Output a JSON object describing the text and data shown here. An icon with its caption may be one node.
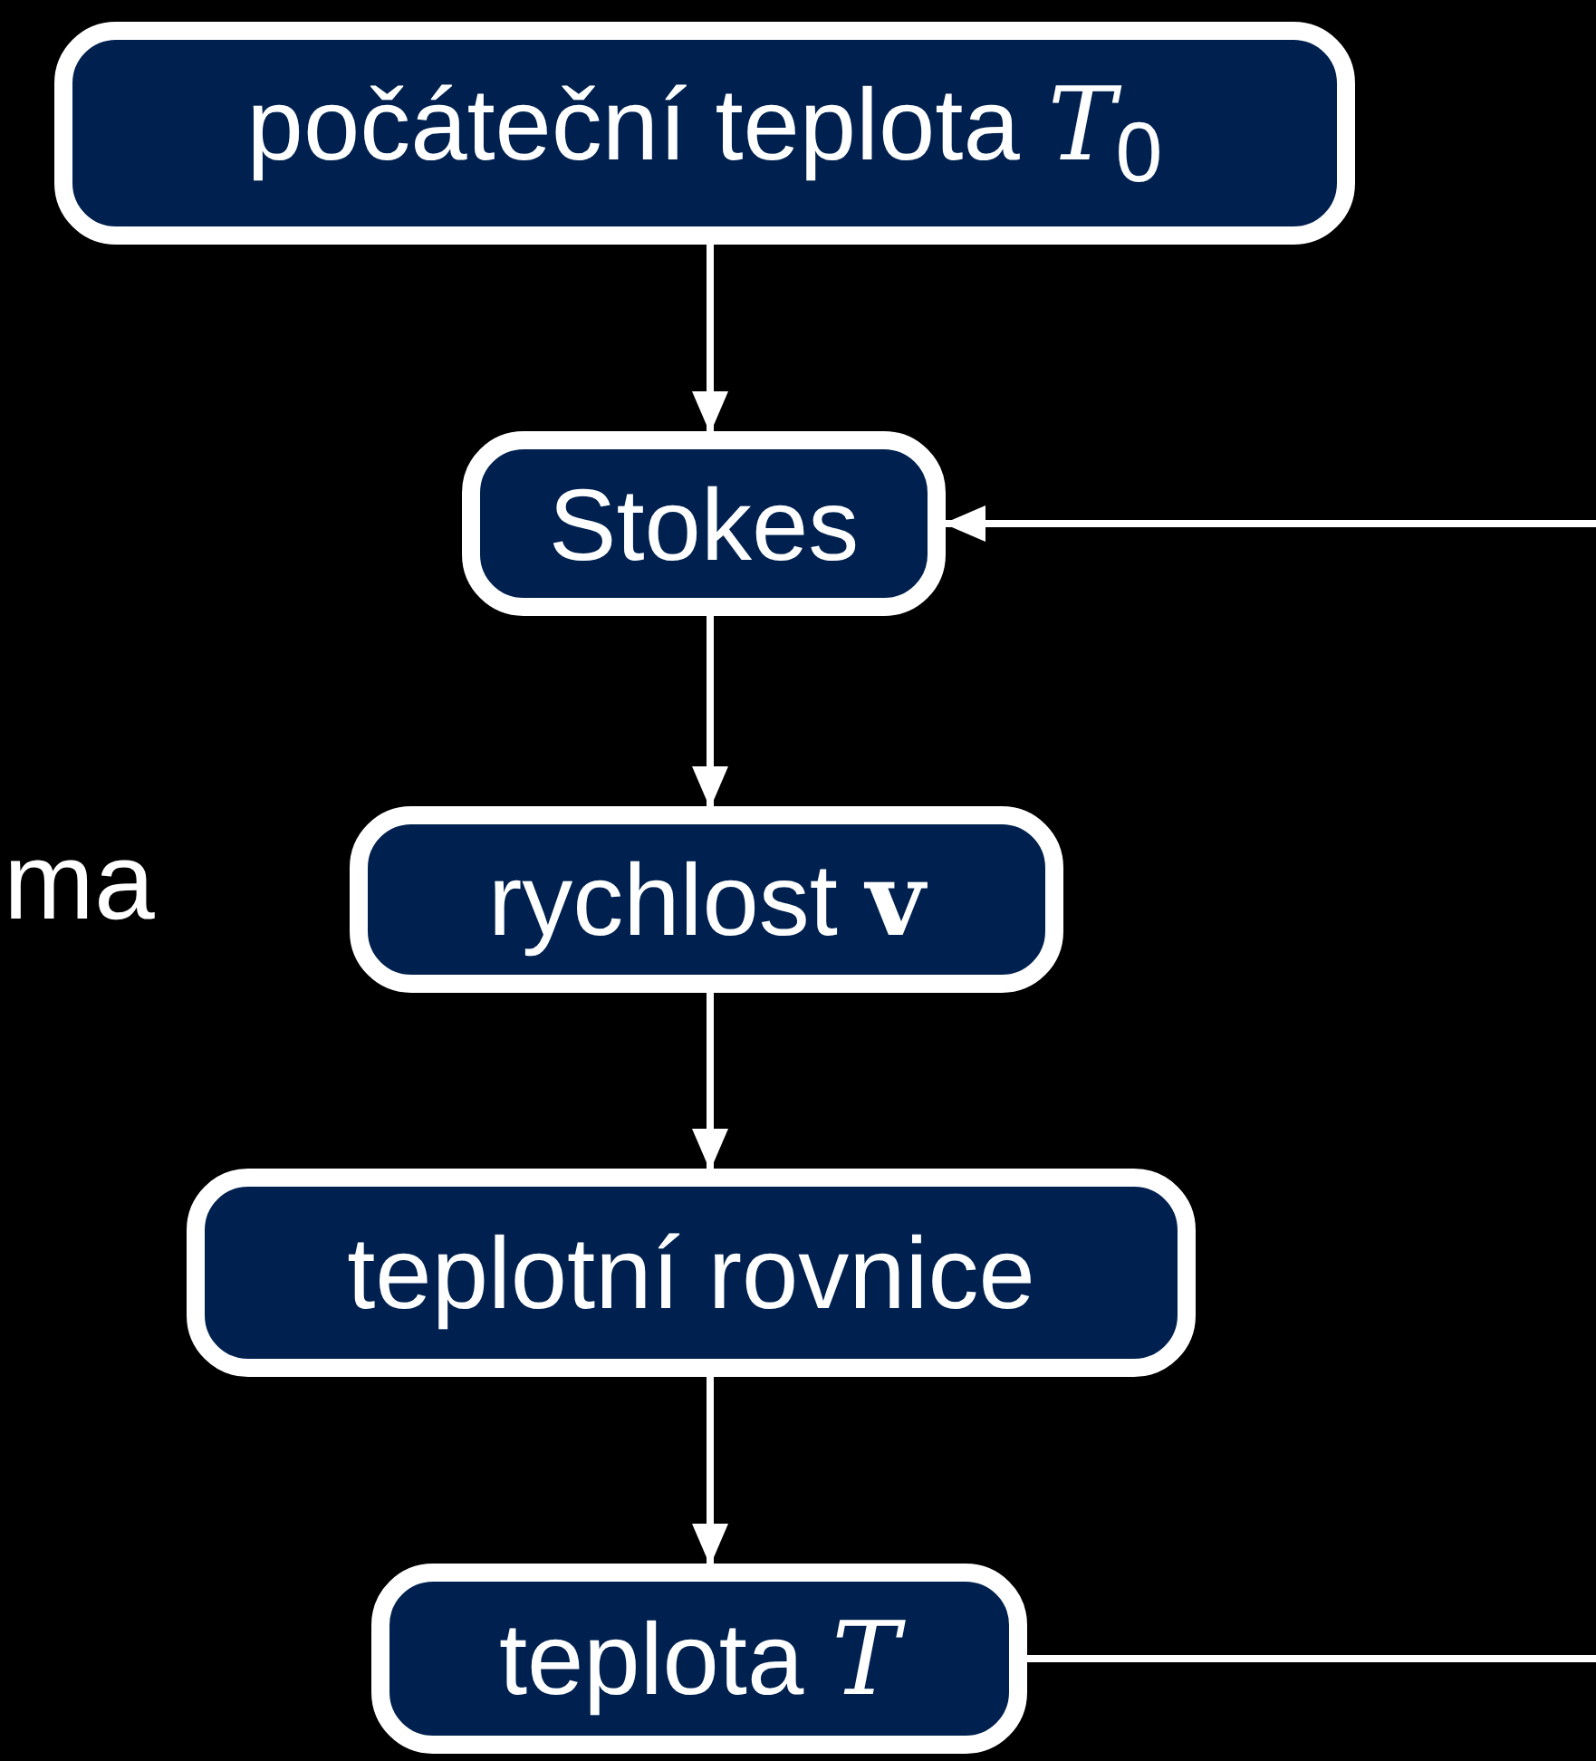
{
  "diagram": {
    "nodes": [
      {
        "text": [
          "počáteční teplota *T*$_{0}$"
        ]
      },
      {
        "text": [
          "Stokes"
        ]
      },
      {
        "text": [
          "rychlost **v**"
        ]
      },
      {
        "text": [
          "teplotní rovnice"
        ]
      },
      {
        "text": [
          "teplota *T*"
        ]
      }
    ],
    "edges": [
      {
        "from": 0,
        "to": 1,
        "arrow": "to"
      },
      {
        "from": 1,
        "to": 2,
        "arrow": "to"
      },
      {
        "from": 2,
        "to": 3,
        "arrow": "to"
      },
      {
        "from": 3,
        "to": 4,
        "arrow": "to"
      },
      {
        "from": 4,
        "to": 1,
        "arrow": "to"
      }
    ],
    "labels": [
      "ma"
    ]
  }
}
